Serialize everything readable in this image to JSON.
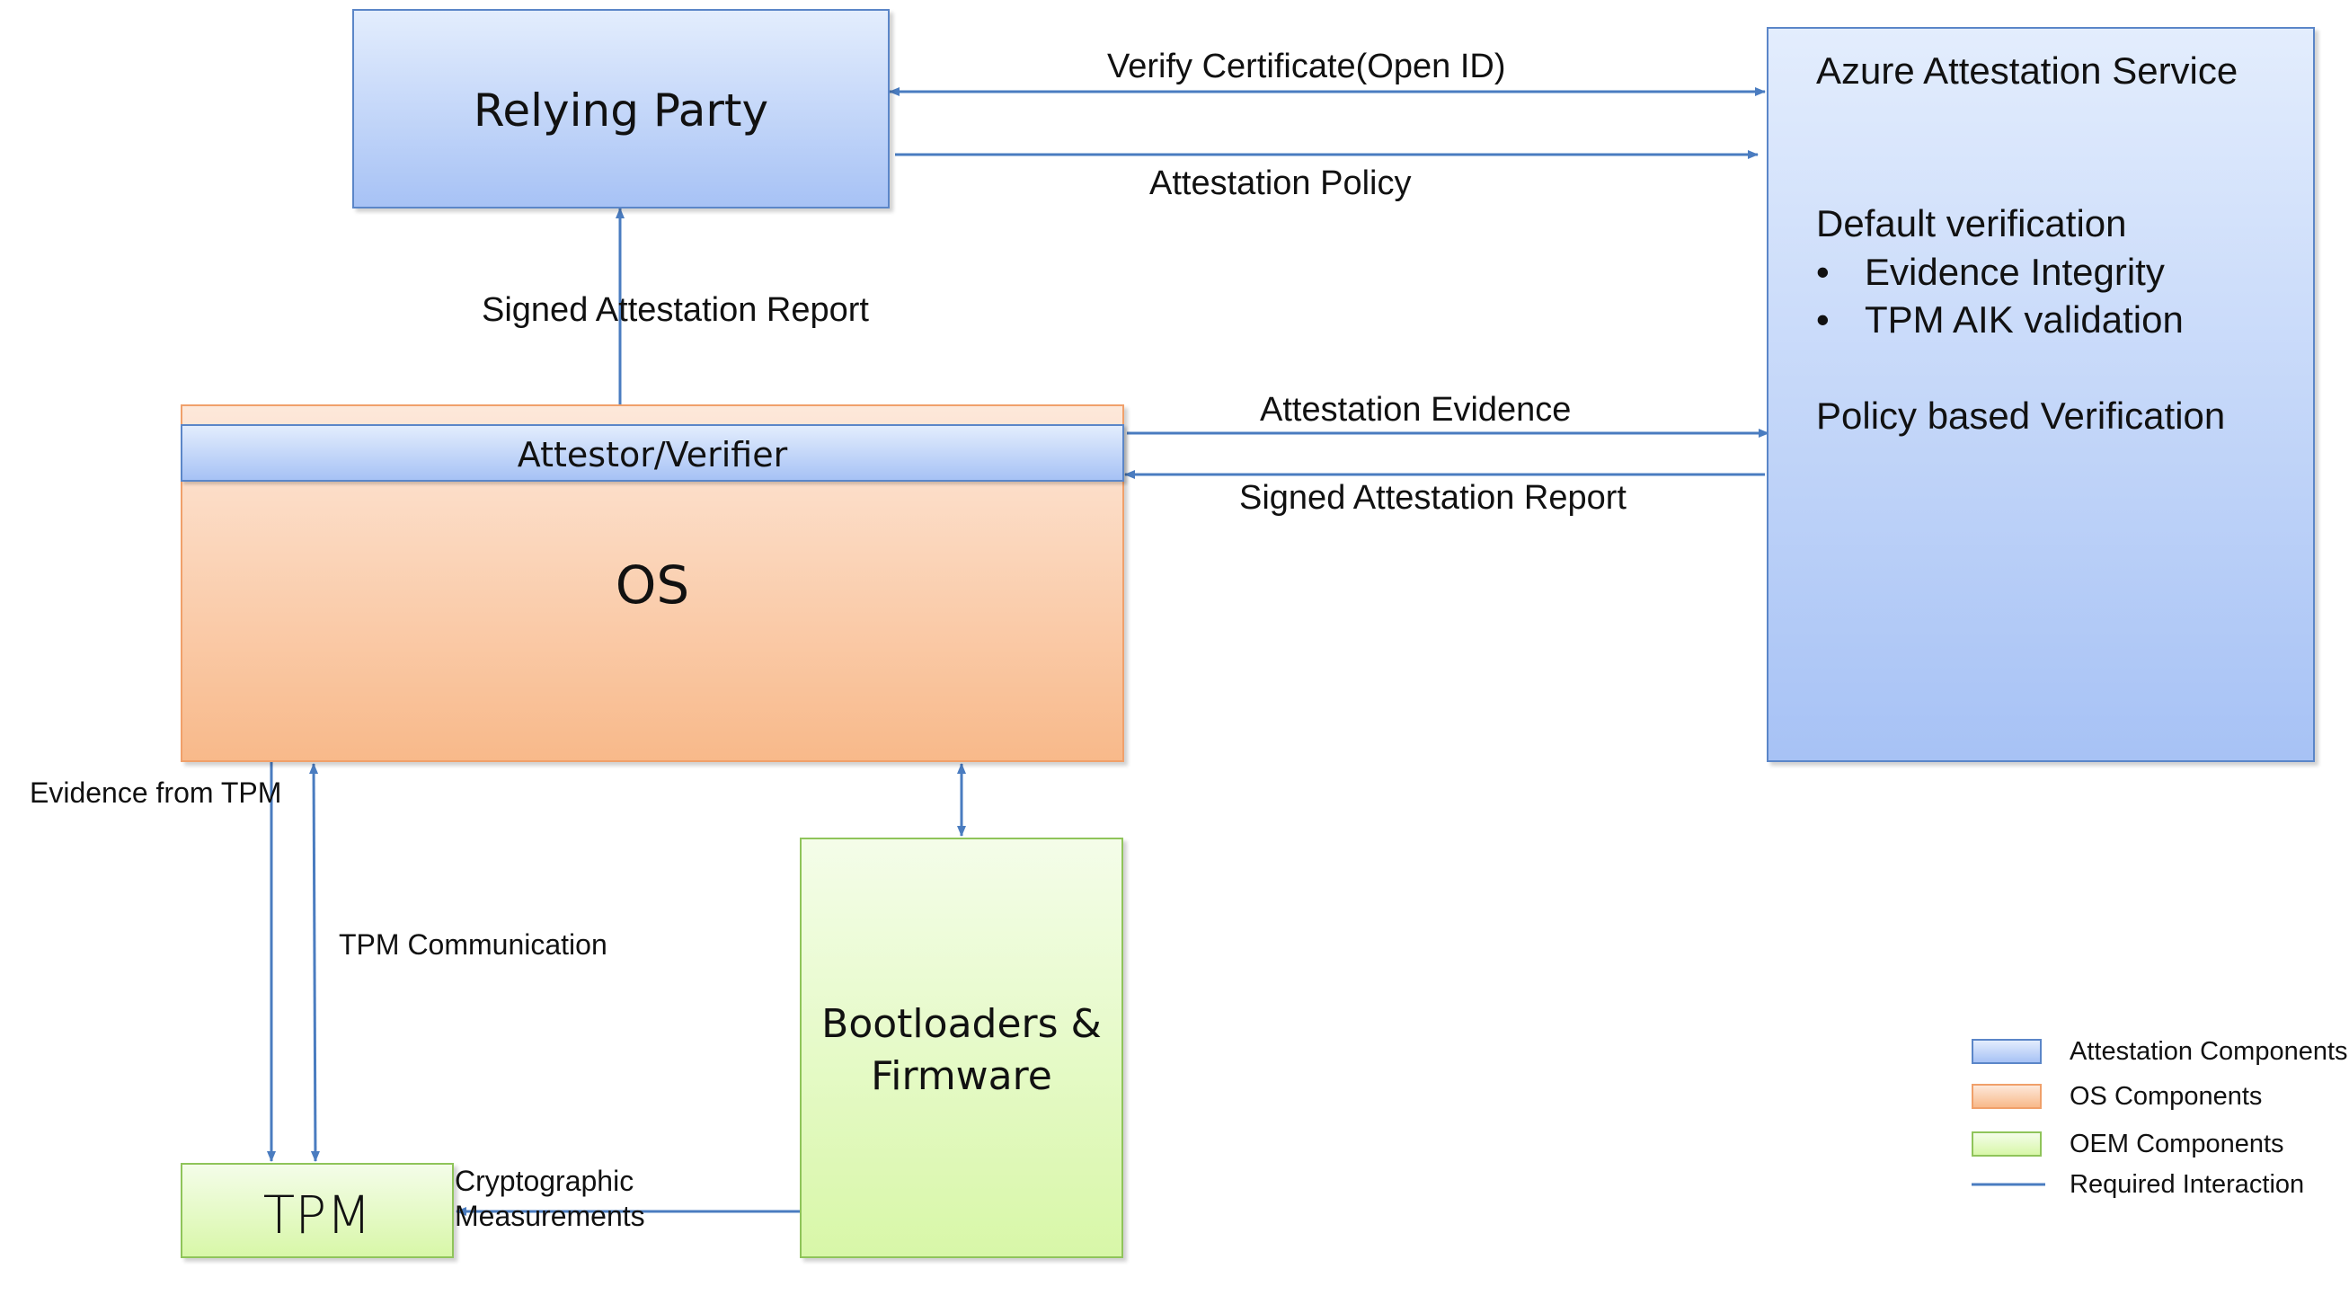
{
  "nodes": {
    "relying_party": "Relying Party",
    "attestor_verifier": "Attestor/Verifier",
    "os": "OS",
    "bootloaders_line1": "Bootloaders &",
    "bootloaders_line2": "Firmware",
    "tpm": "TPM",
    "azure": {
      "title": "Azure Attestation Service",
      "default_heading": "Default verification",
      "bullet_symbol": "•",
      "bullets": [
        "Evidence Integrity",
        "TPM AIK validation"
      ],
      "policy": "Policy based Verification"
    }
  },
  "edges": {
    "verify_certificate": "Verify Certificate(Open ID)",
    "attestation_policy": "Attestation Policy",
    "signed_report_left": "Signed Attestation Report",
    "attestation_evidence": "Attestation Evidence",
    "signed_report_right": "Signed Attestation Report",
    "evidence_from_tpm": "Evidence from TPM",
    "tpm_communication": "TPM Communication",
    "cryptographic_line1": "Cryptographic",
    "cryptographic_line2": "Measurements"
  },
  "legend": {
    "attestation": "Attestation Components",
    "os": "OS Components",
    "oem": "OEM Components",
    "interaction": "Required Interaction"
  },
  "colors": {
    "arrow": "#4a7cc0",
    "attestation_border": "#5b86c8",
    "os_border": "#f0a06a",
    "oem_border": "#8fc45a"
  }
}
